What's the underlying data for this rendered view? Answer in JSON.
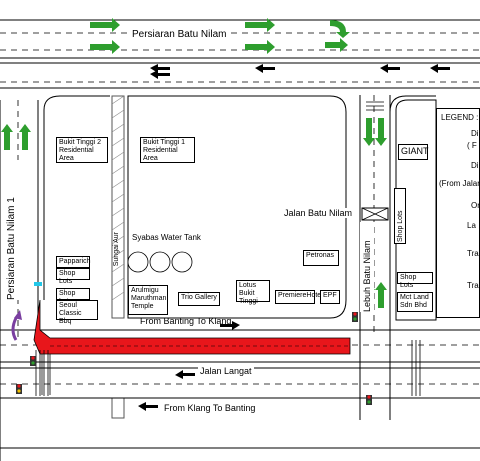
{
  "roads": {
    "persiaran_batu_nilam": "Persiaran Batu Nilam",
    "persiaran_batu_nilam_1": "Persiaran Batu Nilam 1",
    "jalan_batu_nilam": "Jalan Batu Nilam",
    "lebuh_batu_nilam": "Lebuh Batu Nilam",
    "jalan_langat": "Jalan Langat",
    "sungai_aur": "Sungai Aur"
  },
  "directions": {
    "banting_to_klang": "From Banting To Klang",
    "klang_to_banting": "From Klang To Banting"
  },
  "areas": {
    "bukit_tinggi_2": "Bukit Tinggi 2 Residential Area",
    "bukit_tinggi_1": "Bukit Tinggi 1 Residential Area",
    "giant": "GIANT",
    "syabas": "Syabas Water Tank"
  },
  "buildings": {
    "papparich": "Papparich",
    "shop_lots_a": "Shop Lots",
    "shop_lots_b": "Shop Lots",
    "seoul": "Seoul Classic Bbq",
    "temple": "Arulmigu Maruthman Temple",
    "trio": "Trio Gallery",
    "lotus": "Lotus Bukit Tinggi",
    "premiere": "PremiereHotel",
    "epf": "EPF",
    "petronas": "Petronas",
    "shop_lots_c": "Shop Lots",
    "shop_lots_d": "Shop Lots",
    "mct": "Mct Land Sdn Bhd"
  },
  "legend": {
    "title": "LEGEND :",
    "item1_a": "Di",
    "item1_b": "( F",
    "item2_a": "Di",
    "item2_b": "(From Jalan",
    "item3": "On",
    "item4": "La",
    "item5": "Tra",
    "item6": "Tra"
  },
  "colors": {
    "lane_red": "#e8161b",
    "arrow_green": "#2e9e2e",
    "arrow_purple": "#7a3fa0",
    "signal_cyan": "#22c7e8"
  }
}
